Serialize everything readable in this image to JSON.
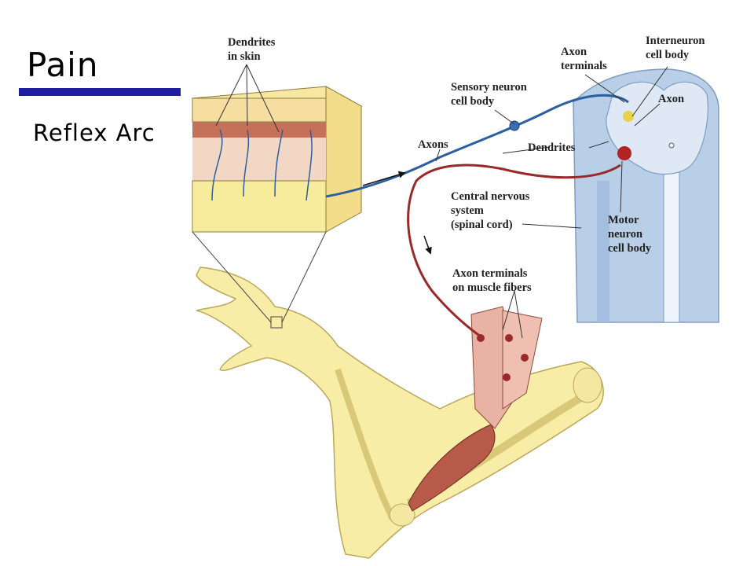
{
  "slide": {
    "title": "Pain",
    "subtitle": "Reflex Arc"
  },
  "diagram": {
    "labels": {
      "dendrites_in_skin_1": "Dendrites",
      "dendrites_in_skin_2": "in skin",
      "axon_terminals_1": "Axon",
      "axon_terminals_2": "terminals",
      "interneuron_1": "Interneuron",
      "interneuron_2": "cell body",
      "sensory_neuron_1": "Sensory neuron",
      "sensory_neuron_2": "cell body",
      "axon": "Axon",
      "axons": "Axons",
      "dendrites": "Dendrites",
      "cns_1": "Central nervous",
      "cns_2": "system",
      "cns_3": "(spinal cord)",
      "motor_neuron_1": "Motor",
      "motor_neuron_2": "neuron",
      "motor_neuron_3": "cell body",
      "muscle_terminals_1": "Axon terminals",
      "muscle_terminals_2": "on muscle fibers"
    },
    "colors": {
      "accent_bar": "#1e1ea0",
      "sensory_nerve": "#2c5fa0",
      "motor_nerve": "#9a2a2a",
      "arm": "#f8eda6",
      "spinal_cord": "#b9cfe8"
    }
  }
}
